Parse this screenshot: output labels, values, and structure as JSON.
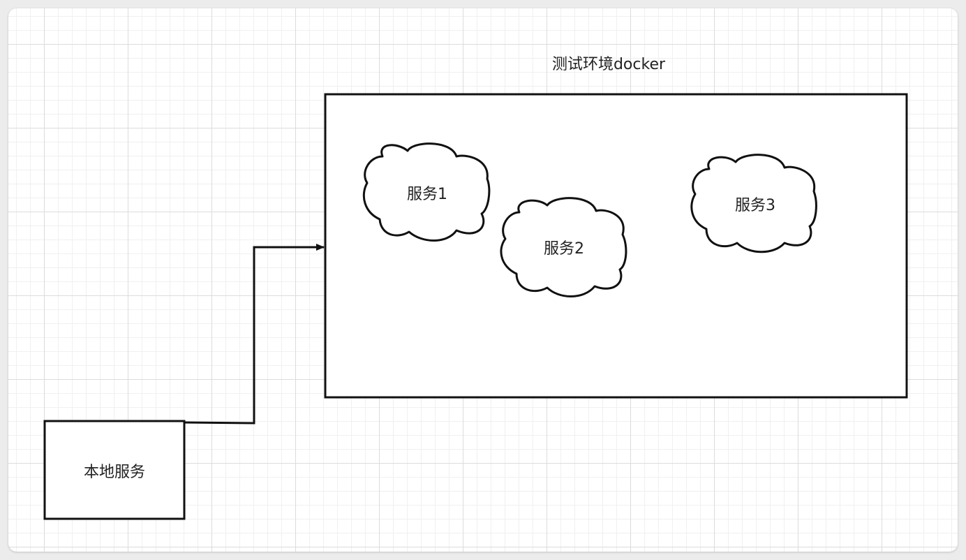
{
  "diagram": {
    "title": "测试环境docker",
    "local_service": {
      "label": "本地服务"
    },
    "services": [
      {
        "label": "服务1"
      },
      {
        "label": "服务2"
      },
      {
        "label": "服务3"
      }
    ]
  }
}
